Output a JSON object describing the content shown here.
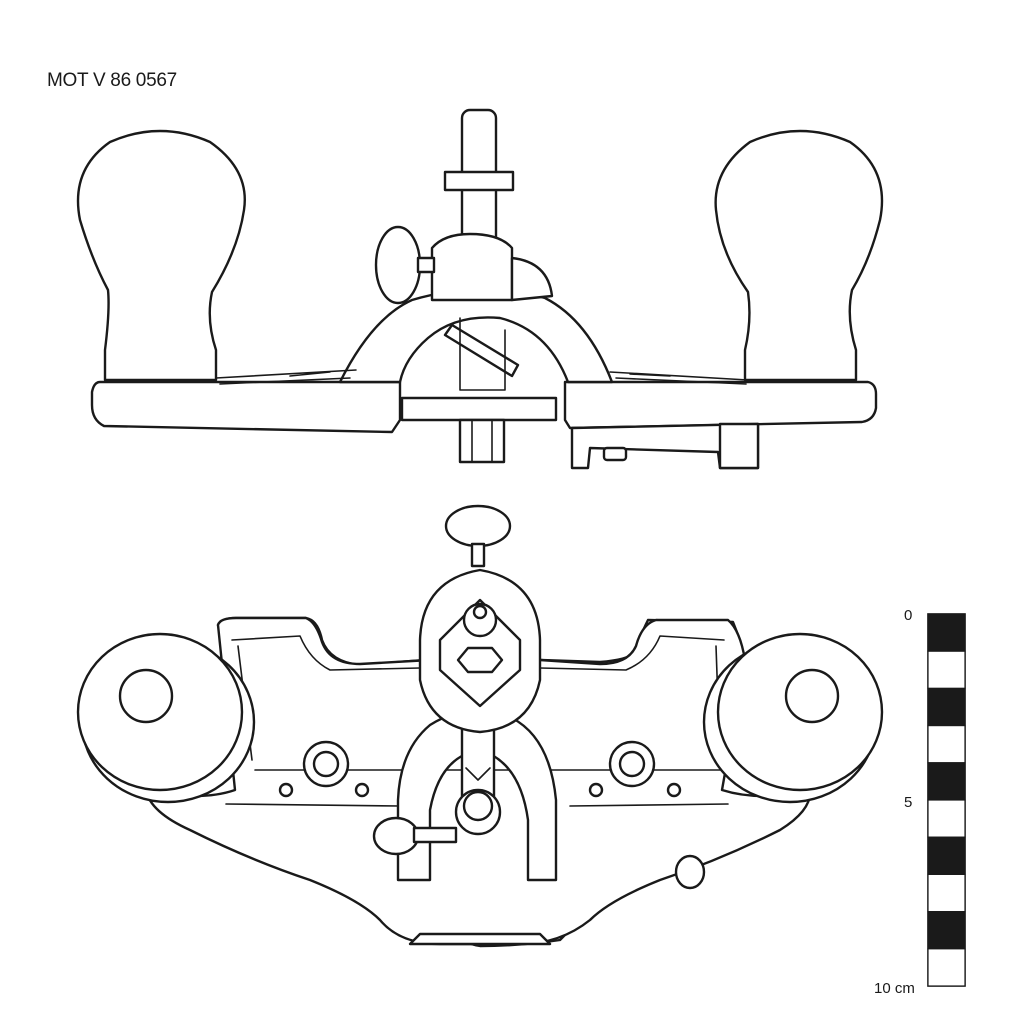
{
  "object_id": "MOT V 86 0567",
  "drawing": {
    "views": [
      {
        "name": "front-elevation"
      },
      {
        "name": "plan-view"
      }
    ]
  },
  "scale_bar": {
    "label_top": "0",
    "label_mid": "5",
    "label_bottom": "10 cm",
    "segments": 10
  }
}
